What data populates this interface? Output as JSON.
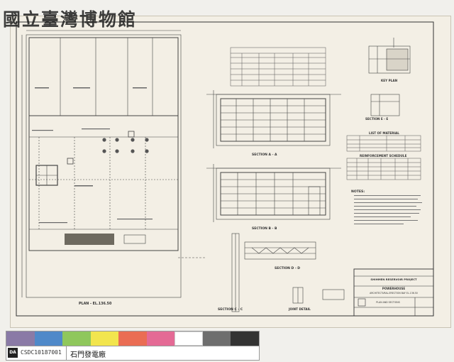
{
  "watermark": "國立臺灣博物館",
  "sheet": {
    "plan_label": "PLAN - EL.136.50",
    "section_a": "SECTION A - A",
    "section_b": "SECTION B - B",
    "section_c": "SECTION C - C",
    "section_d": "SECTION D - D",
    "section_e": "SECTION E - E",
    "joint_detail": "JOINT DETAIL",
    "key_plan": "KEY PLAN",
    "list_of_material": "LIST OF MATERIAL",
    "reinforcement_schedule": "REINFORCEMENT SCHEDULE",
    "notes_heading": "NOTES:",
    "title_block": {
      "project": "SHIHMEN RESERVOIR PROJECT",
      "facility": "POWERHOUSE",
      "drawing_title": "ARCHITECTURAL-ERECTION BAY EL.136.50",
      "subtitle": "PLAN AND SECTIONS"
    }
  },
  "strip": {
    "colors": [
      "#8a7aa6",
      "#4f89c9",
      "#8fc75c",
      "#f2e54e",
      "#ea6d54",
      "#e46a95",
      "#ffffff",
      "#6e6e6e",
      "#333333"
    ],
    "id_code": "CSDC10187001",
    "title": "石門發電廠"
  }
}
